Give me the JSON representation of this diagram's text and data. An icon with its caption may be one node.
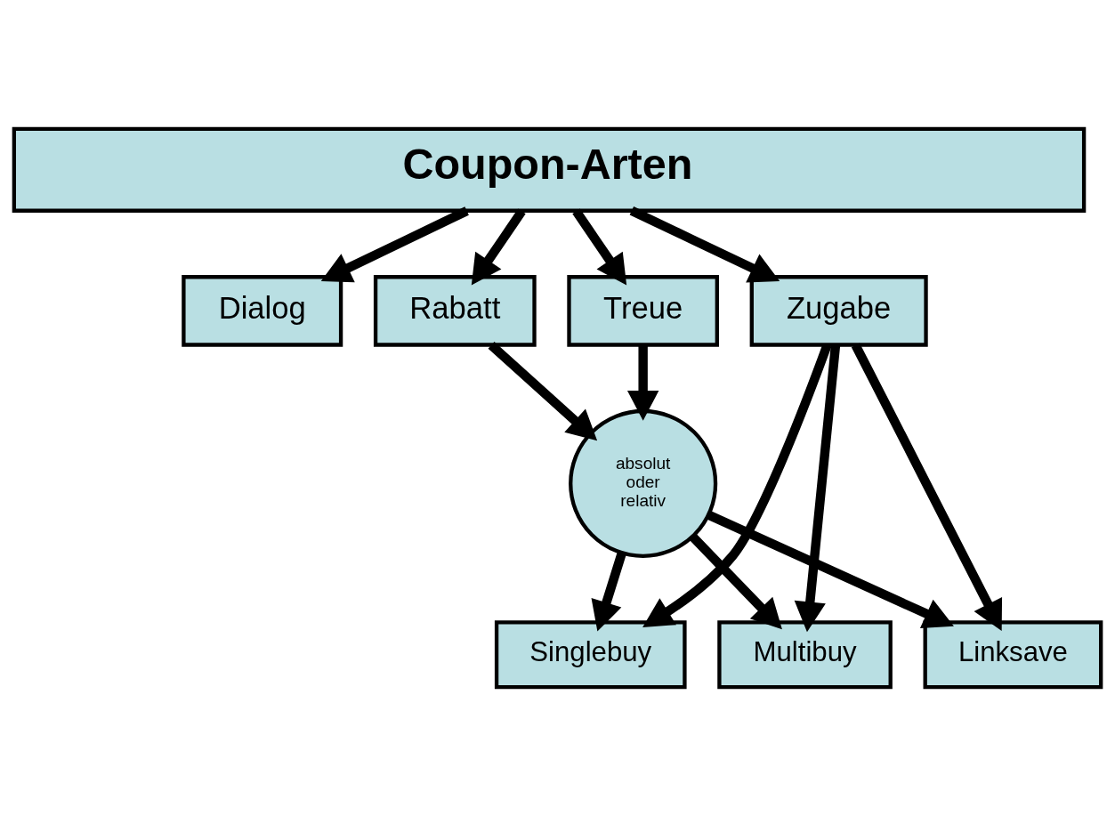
{
  "diagram": {
    "nodes": [
      {
        "text": [
          "Coupon-Arten"
        ]
      },
      {
        "text": [
          "Dialog"
        ]
      },
      {
        "text": [
          "Rabatt"
        ]
      },
      {
        "text": [
          "Treue"
        ]
      },
      {
        "text": [
          "Zugabe"
        ]
      },
      {
        "text": [
          "absolut oder relativ"
        ]
      },
      {
        "text": [
          "Singlebuy"
        ]
      },
      {
        "text": [
          "Multibuy"
        ]
      },
      {
        "text": [
          "Linksave"
        ]
      }
    ],
    "edges": [
      {
        "from": 0,
        "to": 1,
        "arrow": "to"
      },
      {
        "from": 0,
        "to": 2,
        "arrow": "to"
      },
      {
        "from": 0,
        "to": 3,
        "arrow": "to"
      },
      {
        "from": 0,
        "to": 4,
        "arrow": "to"
      },
      {
        "from": 2,
        "to": 5,
        "arrow": "to"
      },
      {
        "from": 3,
        "to": 5,
        "arrow": "to"
      },
      {
        "from": 5,
        "to": 6,
        "arrow": "to"
      },
      {
        "from": 5,
        "to": 7,
        "arrow": "to"
      },
      {
        "from": 5,
        "to": 8,
        "arrow": "to"
      },
      {
        "from": 4,
        "to": 6,
        "arrow": "to"
      },
      {
        "from": 4,
        "to": 7,
        "arrow": "to"
      },
      {
        "from": 4,
        "to": 8,
        "arrow": "to"
      }
    ]
  }
}
